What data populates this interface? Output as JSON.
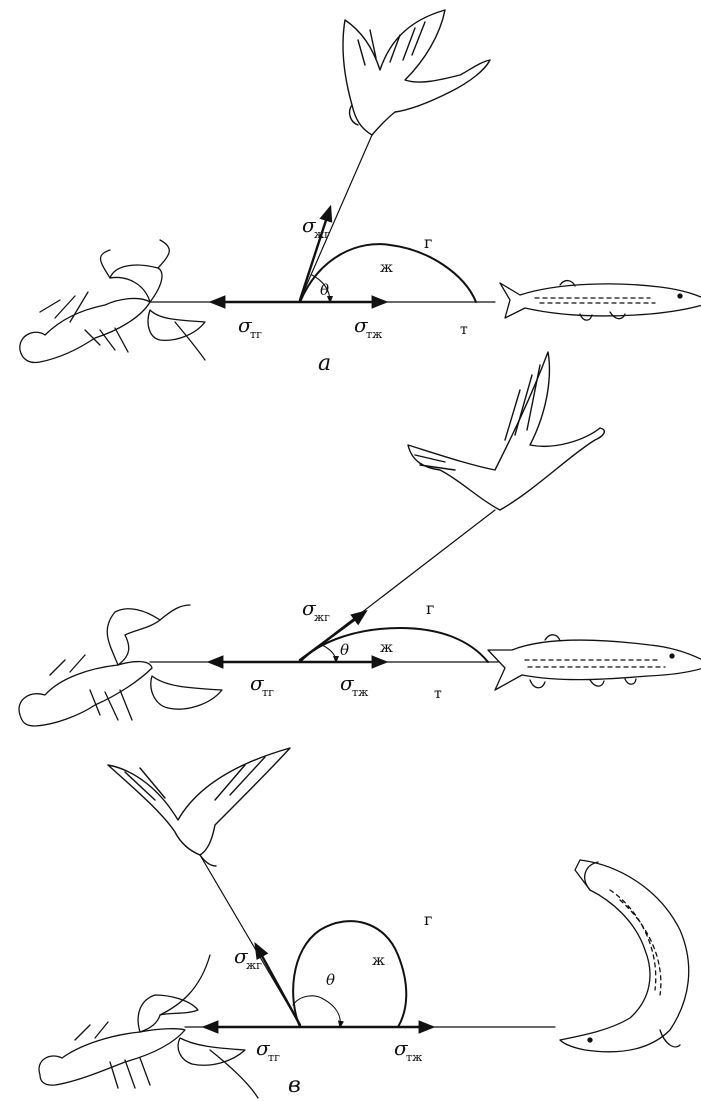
{
  "panels": [
    {
      "caption": "а",
      "angle_label": "θ",
      "phase_gas": "г",
      "phase_liquid": "ж",
      "phase_solid": "т",
      "sigma_symbol": "σ",
      "sigma_lg_sub": "жг",
      "sigma_sg_sub": "тг",
      "sigma_sl_sub": "тж"
    },
    {
      "caption": "",
      "angle_label": "θ",
      "phase_gas": "г",
      "phase_liquid": "ж",
      "phase_solid": "т",
      "sigma_symbol": "σ",
      "sigma_lg_sub": "жг",
      "sigma_sg_sub": "тг",
      "sigma_sl_sub": "тж"
    },
    {
      "caption": "в",
      "angle_label": "θ",
      "phase_gas": "г",
      "phase_liquid": "ж",
      "phase_solid": "",
      "sigma_symbol": "σ",
      "sigma_lg_sub": "жг",
      "sigma_sg_sub": "тг",
      "sigma_sl_sub": "тж"
    }
  ],
  "icons": {
    "swan": "swan-icon",
    "crayfish": "crayfish-icon",
    "pike": "pike-icon"
  }
}
